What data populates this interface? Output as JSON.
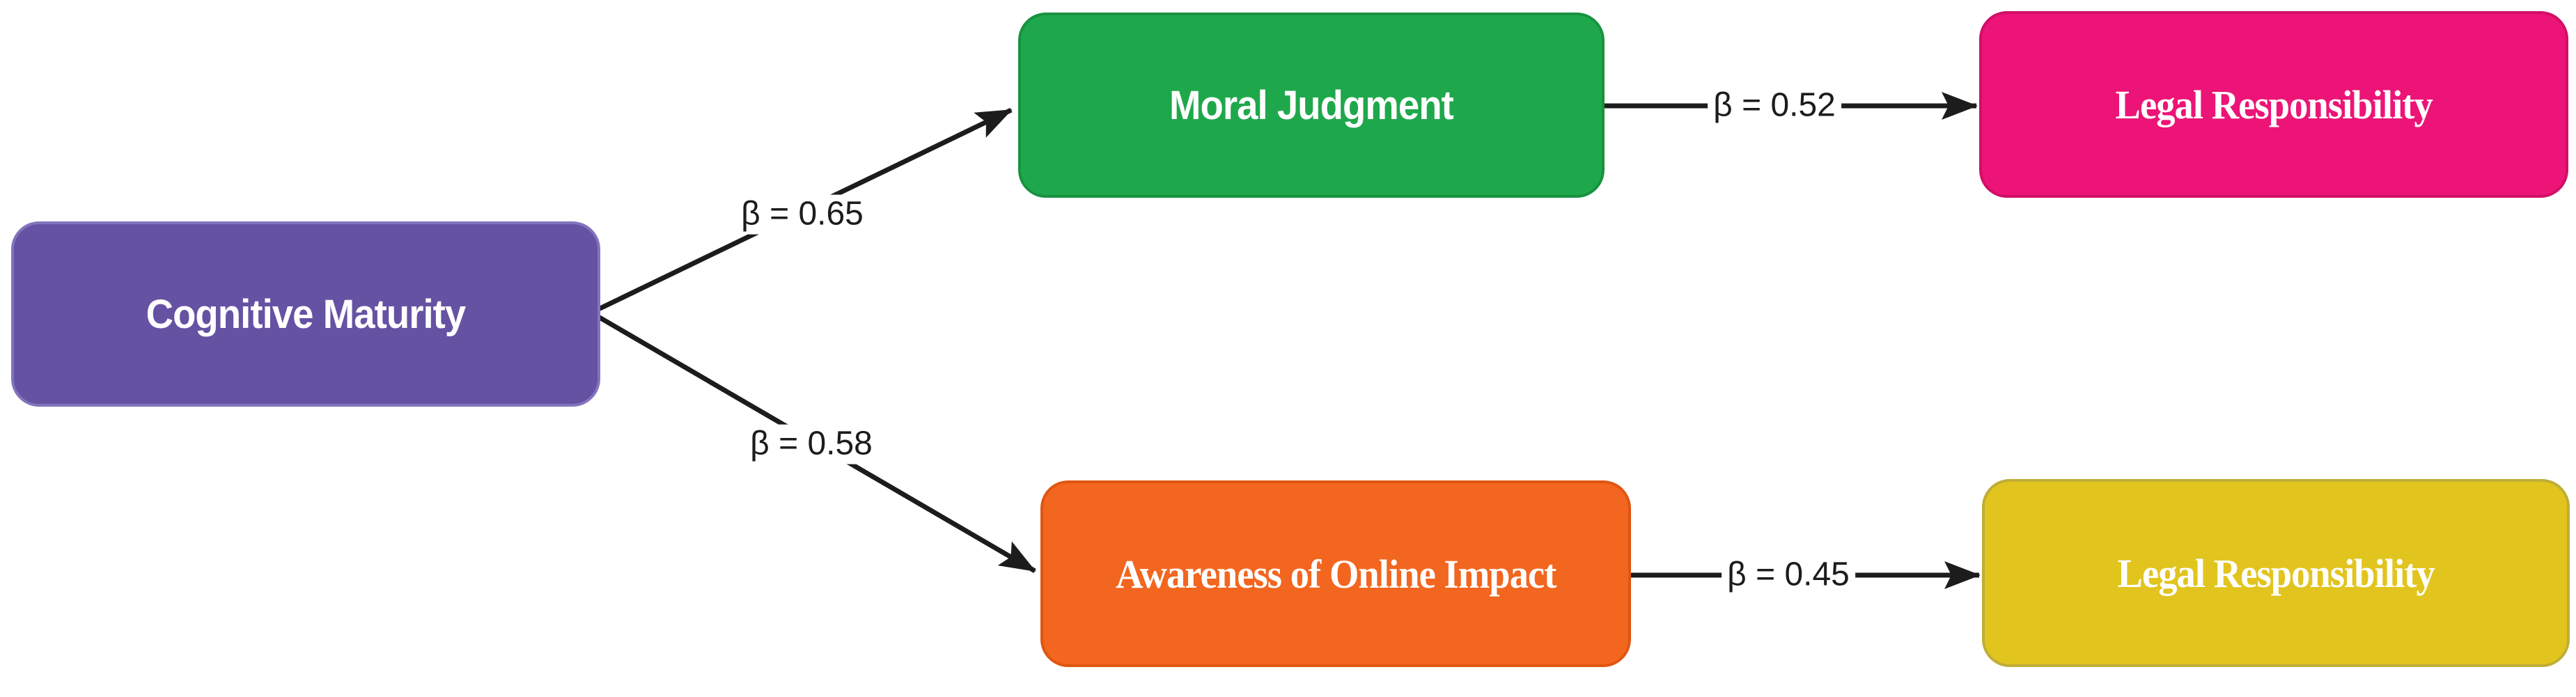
{
  "diagram": {
    "title": "",
    "type": "path-model",
    "background_color": "#ffffff",
    "arrow_color": "#1c1c1c",
    "nodes": [
      {
        "id": "cognitive_maturity",
        "label": "Cognitive Maturity",
        "color": "#6552a3",
        "border_color": "#8374bd",
        "text_color": "#ffffff"
      },
      {
        "id": "moral_judgment",
        "label": "Moral Judgment",
        "color": "#1fa84b",
        "border_color": "#17923f",
        "text_color": "#ffffff"
      },
      {
        "id": "legal_responsibility_top",
        "label": "Legal Responsibility",
        "color": "#ec1477",
        "border_color": "#d10f67",
        "text_color": "#ffffff"
      },
      {
        "id": "awareness_of_online_impact",
        "label": "Awareness of Online Impact",
        "color": "#f2661f",
        "border_color": "#e05512",
        "text_color": "#ffffff"
      },
      {
        "id": "legal_responsibility_bottom",
        "label": "Legal Responsibility",
        "color": "#e2c41e",
        "border_color": "#bfae36",
        "text_color": "#ffffff"
      }
    ],
    "edges": [
      {
        "from": "cognitive_maturity",
        "to": "moral_judgment",
        "label": "β = 0.65"
      },
      {
        "from": "cognitive_maturity",
        "to": "awareness_of_online_impact",
        "label": "β = 0.58"
      },
      {
        "from": "moral_judgment",
        "to": "legal_responsibility_top",
        "label": "β = 0.52"
      },
      {
        "from": "awareness_of_online_impact",
        "to": "legal_responsibility_bottom",
        "label": "β = 0.45"
      }
    ]
  }
}
